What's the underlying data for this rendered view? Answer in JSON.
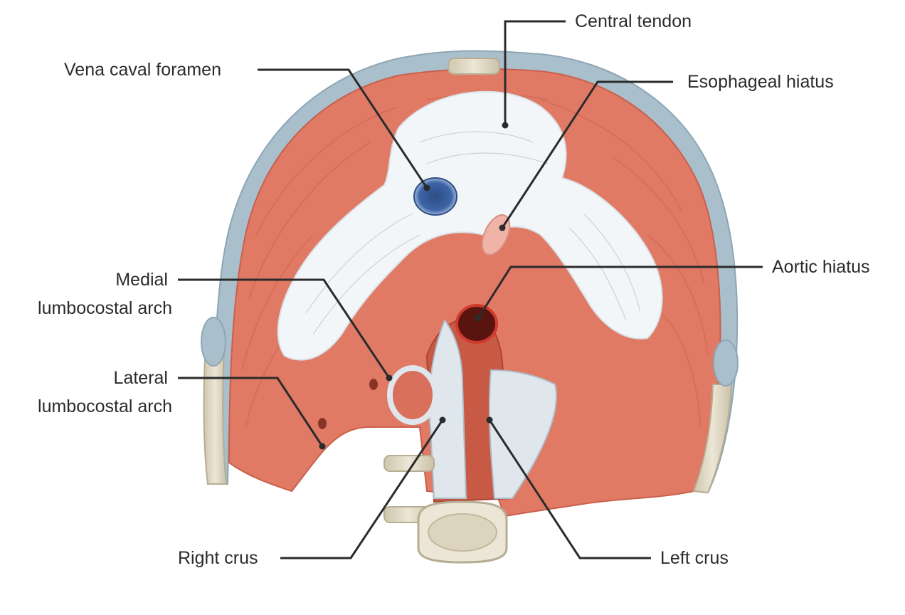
{
  "labels": {
    "central_tendon": "Central tendon",
    "vena_caval_foramen": "Vena caval foramen",
    "esophageal_hiatus": "Esophageal hiatus",
    "aortic_hiatus": "Aortic hiatus",
    "medial_arch_line1": "Medial",
    "medial_arch_line2": "lumbocostal arch",
    "lateral_arch_line1": "Lateral",
    "lateral_arch_line2": "lumbocostal arch",
    "right_crus": "Right crus",
    "left_crus": "Left crus"
  },
  "colors": {
    "muscle": "#e07a65",
    "muscle_dark": "#c9604c",
    "tendon": "#f3f6f8",
    "cartilage": "#a9bfcc",
    "bone": "#e6dfcc",
    "vein": "#3a5f9f",
    "aorta": "#b72a22",
    "esophagus": "#f0b3a8",
    "leader": "#2b2b2b"
  }
}
